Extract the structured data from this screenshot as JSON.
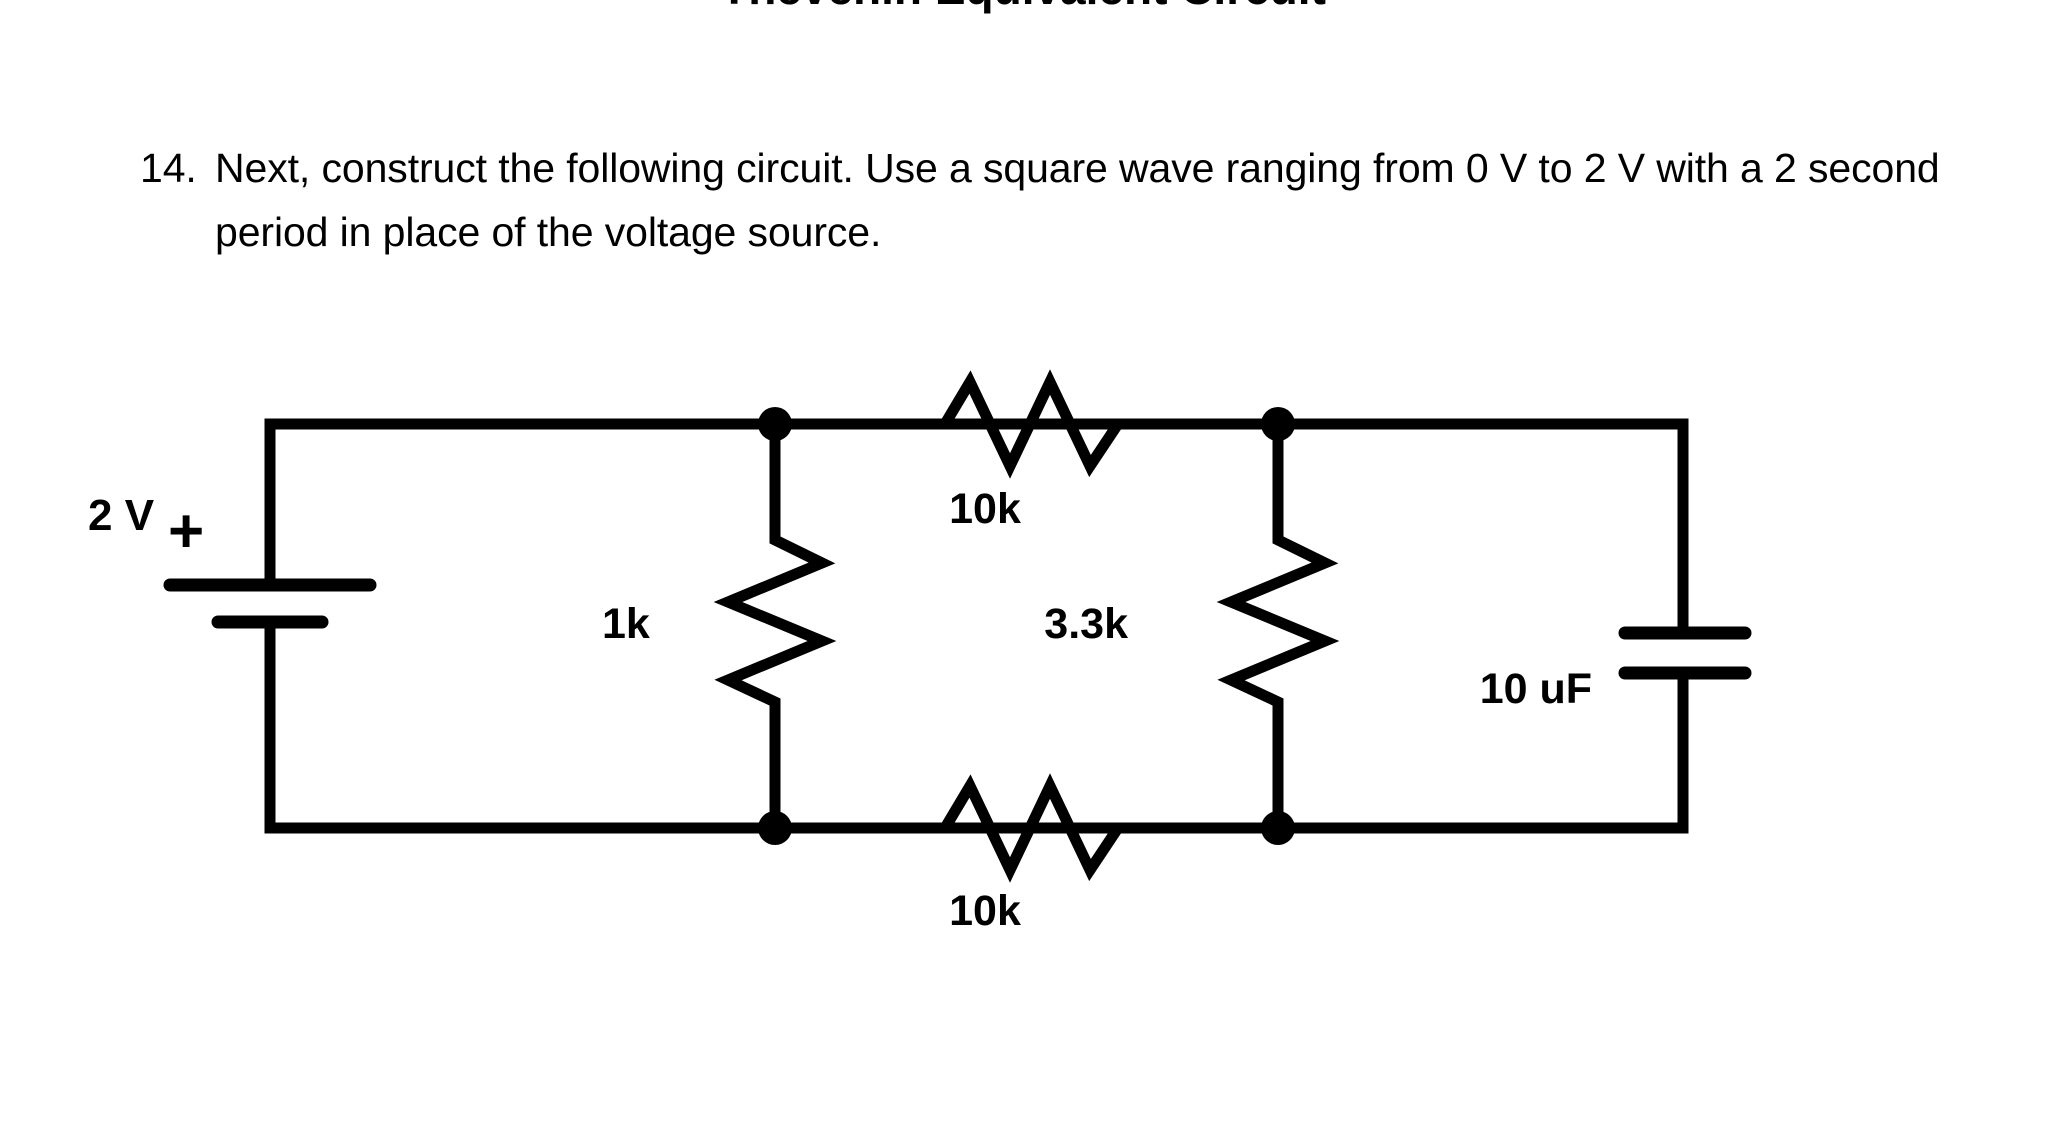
{
  "document": {
    "title": "Thevenin Equivalent Circuit",
    "instruction": {
      "number": "14.",
      "text": "Next, construct the following circuit. Use a square wave ranging from 0 V to 2 V with a 2 second period in place of the voltage source."
    }
  },
  "circuit": {
    "source": {
      "label": "2 V",
      "polarity": "+",
      "type": "dc-voltage-source"
    },
    "components": [
      {
        "id": "r-1k",
        "label": "1k",
        "type": "resistor",
        "orientation": "vertical"
      },
      {
        "id": "r-10k-top",
        "label": "10k",
        "type": "resistor",
        "orientation": "horizontal"
      },
      {
        "id": "r-3k3",
        "label": "3.3k",
        "type": "resistor",
        "orientation": "vertical"
      },
      {
        "id": "r-10k-bottom",
        "label": "10k",
        "type": "resistor",
        "orientation": "horizontal"
      },
      {
        "id": "c-10uf",
        "label": "10 uF",
        "type": "capacitor",
        "orientation": "vertical"
      }
    ],
    "colors": {
      "ink": "#000000",
      "background": "#ffffff"
    }
  }
}
